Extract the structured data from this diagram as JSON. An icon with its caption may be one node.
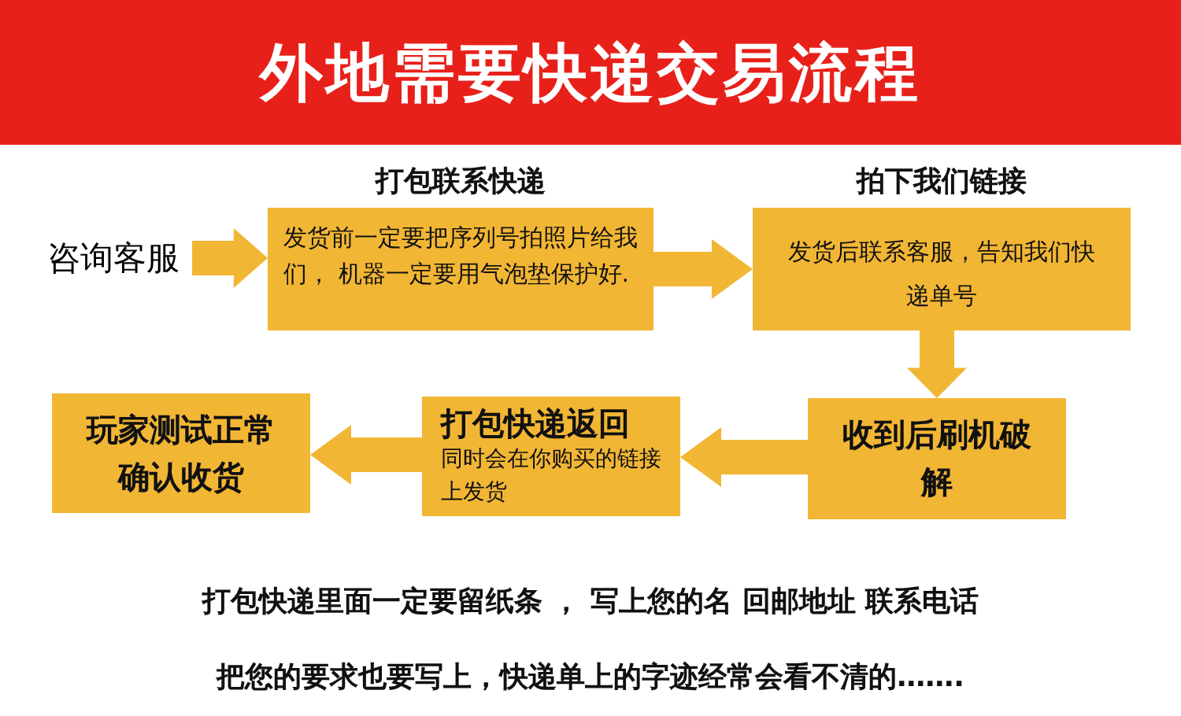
{
  "diagram": {
    "title": "外地需要快递交易流程",
    "nodes": [
      {
        "text": [
          "咨询客服"
        ]
      },
      {
        "text": [
          "打包联系快递",
          "发货前一定要把序列号拍照片给我们， 机器一定要用气泡垫保护好."
        ]
      },
      {
        "text": [
          "拍下我们链接",
          "发货后联系客服，告知我们快递单号"
        ]
      },
      {
        "text": [
          "收到后刷机破解"
        ]
      },
      {
        "text": [
          "打包快递返回",
          "同时会在你购买的链接上发货"
        ]
      },
      {
        "text": [
          "玩家测试正常确认收货"
        ]
      }
    ],
    "edges": [
      {
        "from": 0,
        "to": 1,
        "arrow": "to"
      },
      {
        "from": 1,
        "to": 2,
        "arrow": "to"
      },
      {
        "from": 2,
        "to": 3,
        "arrow": "to"
      },
      {
        "from": 3,
        "to": 4,
        "arrow": "to"
      },
      {
        "from": 4,
        "to": 5,
        "arrow": "to"
      }
    ],
    "labels": [
      "打包快递里面一定要留纸条 ， 写上您的名 回邮地址 联系电话",
      "把您的要求也要写上，快递单上的字迹经常会看不清的……."
    ]
  }
}
